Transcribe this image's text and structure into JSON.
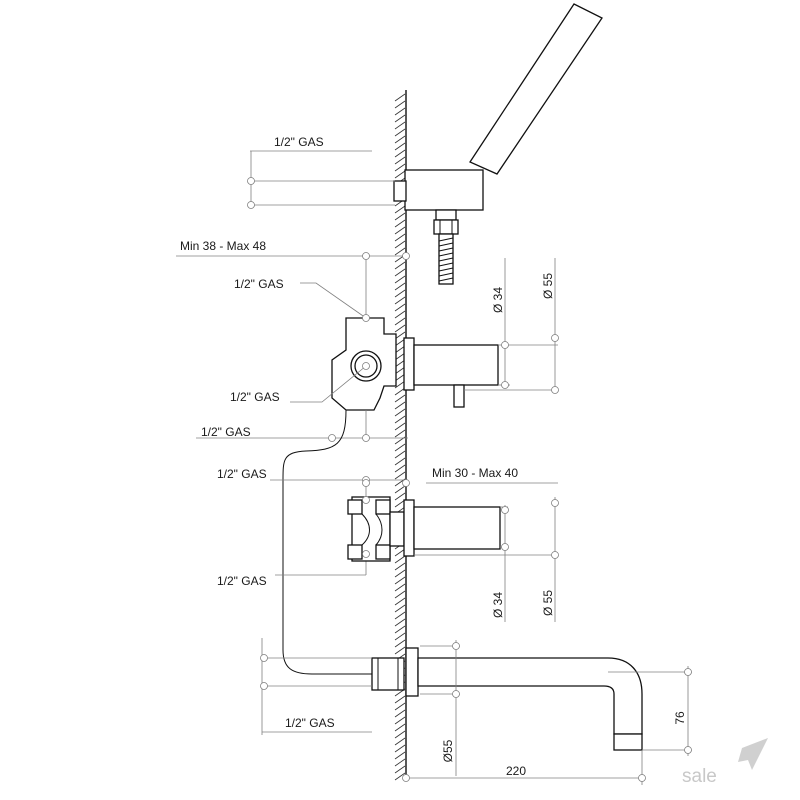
{
  "labels": {
    "top_thread": "1/2\" GAS",
    "min38_max48": "Min 38 - Max 48",
    "diverter_top_thread": "1/2\" GAS",
    "diverter_side_thread": "1/2\" GAS",
    "diverter_bottom_thread": "1/2\" GAS",
    "valve_top_thread": "1/2\" GAS",
    "min30_max40": "Min 30 - Max 40",
    "valve_bottom_thread": "1/2\" GAS",
    "spout_thread": "1/2\" GAS"
  },
  "dimensions": {
    "diverter_diameter_34": "Ø 34",
    "diverter_diameter_55": "Ø 55",
    "valve_diameter_34": "Ø 34",
    "valve_diameter_55": "Ø 55",
    "spout_diameter_55": "Ø55",
    "spout_length": "220",
    "spout_height": "76"
  },
  "brand": {
    "logo_text": "sale"
  }
}
